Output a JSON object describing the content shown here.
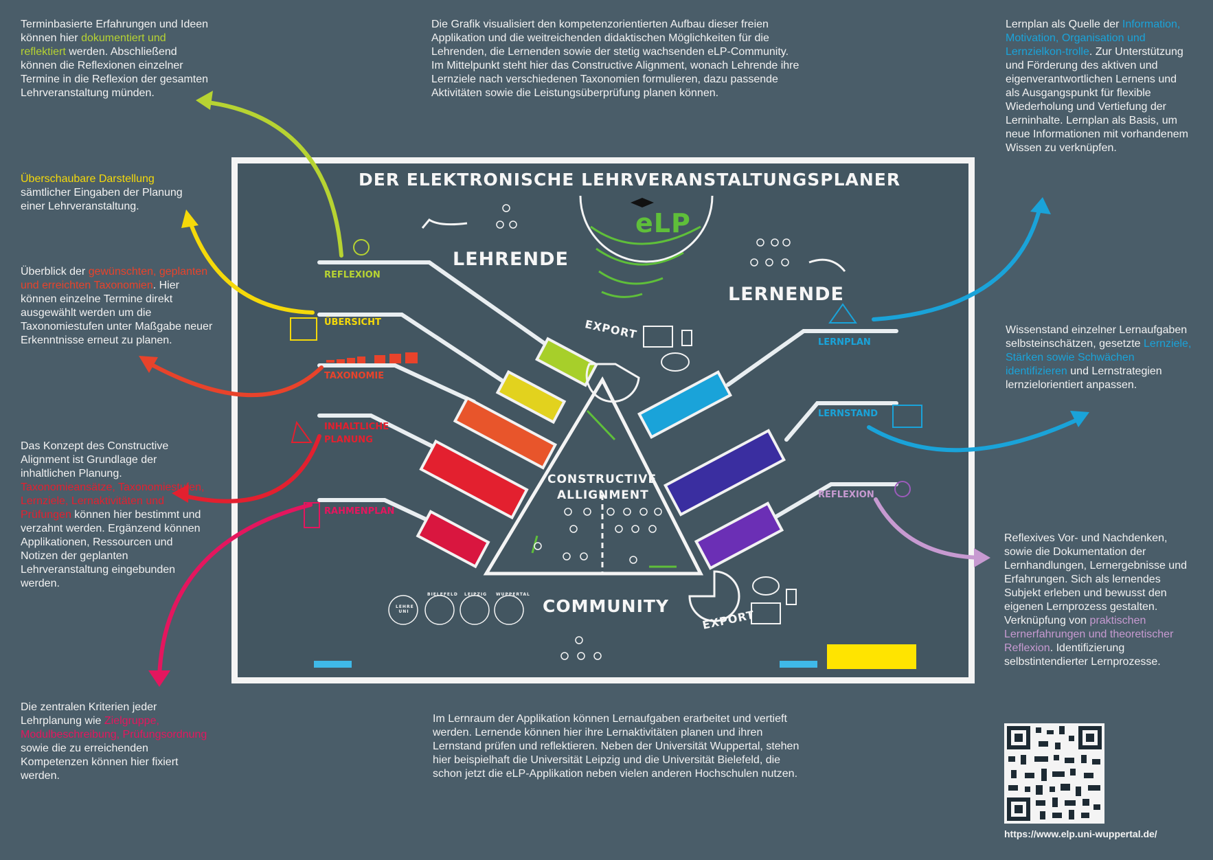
{
  "left_texts": {
    "block1": {
      "t1": "Terminbasierte Erfahrungen und Ideen können hier ",
      "h1": "dokumentiert und reflektiert",
      "t2": " werden. Abschließend können die Reflexionen einzelner Termine in die Reflexion der gesamten Lehrveranstaltung münden."
    },
    "block2": {
      "h1": "Überschaubare Darstellung",
      "t1": " sämtlicher Eingaben der Planung einer Lehrveranstaltung."
    },
    "block3": {
      "t1": "Überblick der ",
      "h1": "gewünschten, geplanten und erreichten Taxonomien",
      "t2": ". Hier können einzelne Termine direkt ausgewählt werden um die Taxonomiestufen unter Maßgabe neuer Erkenntnisse erneut zu planen."
    },
    "block4": {
      "t1": "Das Konzept des Constructive Alignment ist Grundlage der inhaltlichen Planung. ",
      "h1": "Taxonomieansätze, Taxonomiestufen, Lernziele, Lernaktivitäten und Prüfungen",
      "t2": " können hier bestimmt und verzahnt werden. Ergänzend können Applikationen, Ressourcen und Notizen der geplanten Lehrveranstaltung eingebunden werden."
    },
    "block5": {
      "t1": "Die zentralen Kriterien jeder Lehrplanung wie ",
      "h1": "Zielgruppe, Modulbeschreibung, Prüfungsordnung",
      "t2": " sowie die zu erreichenden Kompetenzen können hier fixiert werden."
    }
  },
  "center_texts": {
    "top": "Die Grafik visualisiert den kompetenzorientierten Aufbau dieser freien Applikation und die weitreichenden didaktischen Möglichkeiten für die Lehrenden, die Lernenden sowie der stetig wachsenden eLP-Community. Im Mittelpunkt steht hier das Constructive Alignment, wonach Lehrende ihre Lernziele nach verschiedenen Taxonomien formulieren, dazu passende Aktivitäten sowie die Leistungsüberprüfung planen können.",
    "bottom": "Im Lernraum der Applikation können Lernaufgaben erarbeitet und vertieft werden. Lernende können hier ihre Lernaktivitäten planen und ihren Lernstand prüfen und reflektieren. Neben der Universität Wuppertal, stehen hier beispielhaft die Universität Leipzig und die Universität Bielefeld, die schon jetzt die eLP-Applikation neben vielen anderen Hochschulen nutzen."
  },
  "right_texts": {
    "block1": {
      "t1": "Lernplan als Quelle der ",
      "h1": "Information, Motivation, Organisation und Lernzielkon-trolle",
      "t2": ". Zur Unterstützung und Förderung des aktiven und eigenverantwortlichen Lernens und als Ausgangspunkt für flexible Wiederholung und Vertiefung der Lerninhalte. Lernplan als Basis, um neue Informationen mit vorhandenem Wissen zu verknüpfen."
    },
    "block2": {
      "t1": "Wissenstand einzelner Lernaufgaben selbsteinschätzen, gesetzte ",
      "h1": "Lernziele, Stärken sowie Schwächen identifizieren",
      "t2": " und Lernstrategien lernzielorientiert anpassen."
    },
    "block3": {
      "t1": "Reflexives Vor- und Nachdenken, sowie die Dokumentation der Lernhandlungen, Lernergebnisse und Erfahrungen. Sich als lernendes Subjekt erleben und bewusst den eigenen Lernprozess gestalten. Verknüpfung von ",
      "h1": "praktischen Lernerfahrungen und theoretischer Reflexion",
      "t2": ". Identifizierung selbstintendierter Lernprozesse."
    }
  },
  "board": {
    "title": "DER ELEKTRONISCHE LEHRVERANSTALTUNGSPLANER",
    "logo": "eLP",
    "lehrende": "LEHRENDE",
    "lernende": "LERNENDE",
    "community": "COMMUNITY",
    "export1": "EXPORT",
    "export2": "EXPORT",
    "ca_line1": "CONSTRUCTIVE",
    "ca_line2": "ALLIGNMENT",
    "left_labels": [
      "REFLEXION",
      "ÜBERSICHT",
      "TAXONOMIE",
      "INHALTLICHE",
      "PLANUNG",
      "RAHMENPLAN"
    ],
    "right_labels": [
      "LERNPLAN",
      "LERNSTAND",
      "REFLEXION"
    ],
    "uni_logos": [
      "LEHRE UNI",
      "BIELEFELD",
      "LEIPZIG",
      "WUPPERTAL"
    ]
  },
  "url": "https://www.elp.uni-wuppertal.de/",
  "colors": {
    "background": "#4a5d69",
    "lime": "#b7d332",
    "yellow": "#f5d90a",
    "orange": "#e8552b",
    "red": "#e3202f",
    "pink": "#e4165e",
    "blue": "#1aa3d9",
    "indigo": "#3a2ea0",
    "purple": "#6b2fb5",
    "lilac": "#c79ad1"
  }
}
